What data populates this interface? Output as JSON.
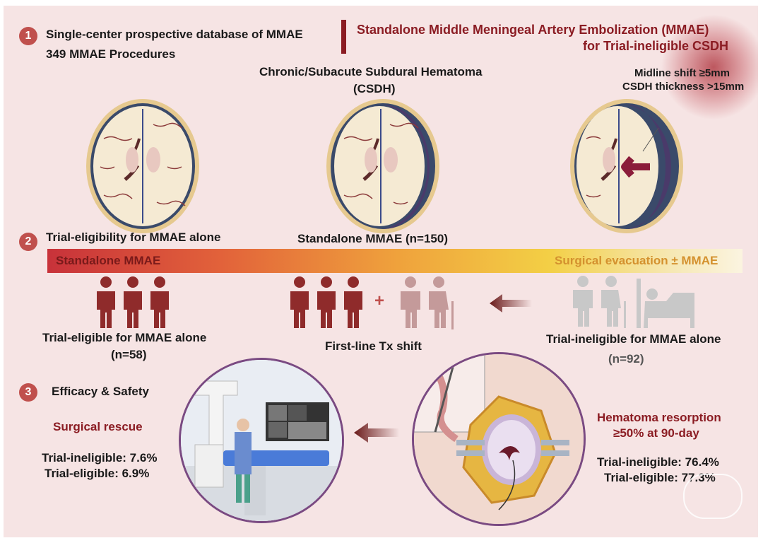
{
  "header": {
    "step1_number": "1",
    "step1_line1": "Single-center prospective database of MMAE",
    "step1_line2": "349 MMAE Procedures",
    "title_line1": "Standalone Middle Meningeal Artery Embolization (MMAE)",
    "title_line2": "for Trial-ineligible CSDH"
  },
  "brains": {
    "center_title_line1": "Chronic/Subacute Subdural Hematoma",
    "center_title_line2": "(CSDH)",
    "criteria_line1": "Midline shift ≥5mm",
    "criteria_line2": "CSDH thickness >15mm"
  },
  "step2": {
    "number": "2",
    "label": "Trial-eligibility for MMAE alone",
    "center_label": "Standalone MMAE (n=150)",
    "bar_left": "Standalone MMAE",
    "bar_right": "Surgical evacuation ± MMAE"
  },
  "groups": {
    "eligible_label": "Trial-eligible for MMAE alone",
    "eligible_n": "(n=58)",
    "shift_label": "First-line Tx shift",
    "plus": "+",
    "ineligible_label": "Trial-ineligible for MMAE alone",
    "ineligible_n": "(n=92)"
  },
  "step3": {
    "number": "3",
    "label": "Efficacy & Safety",
    "rescue_title": "Surgical rescue",
    "rescue_ineligible": "Trial-ineligible: 7.6%",
    "rescue_eligible": "Trial-eligible: 6.9%",
    "resorption_line1": "Hematoma resorption",
    "resorption_line2": "≥50% at 90-day",
    "resorption_ineligible": "Trial-ineligible: 76.4%",
    "resorption_eligible": "Trial-eligible: 77.3%"
  },
  "colors": {
    "maroon": "#8b1c23",
    "person_dark": "#8f2b2b",
    "person_light": "#c49a9a",
    "person_grey": "#c8c8c8",
    "background": "#f6e4e4"
  }
}
